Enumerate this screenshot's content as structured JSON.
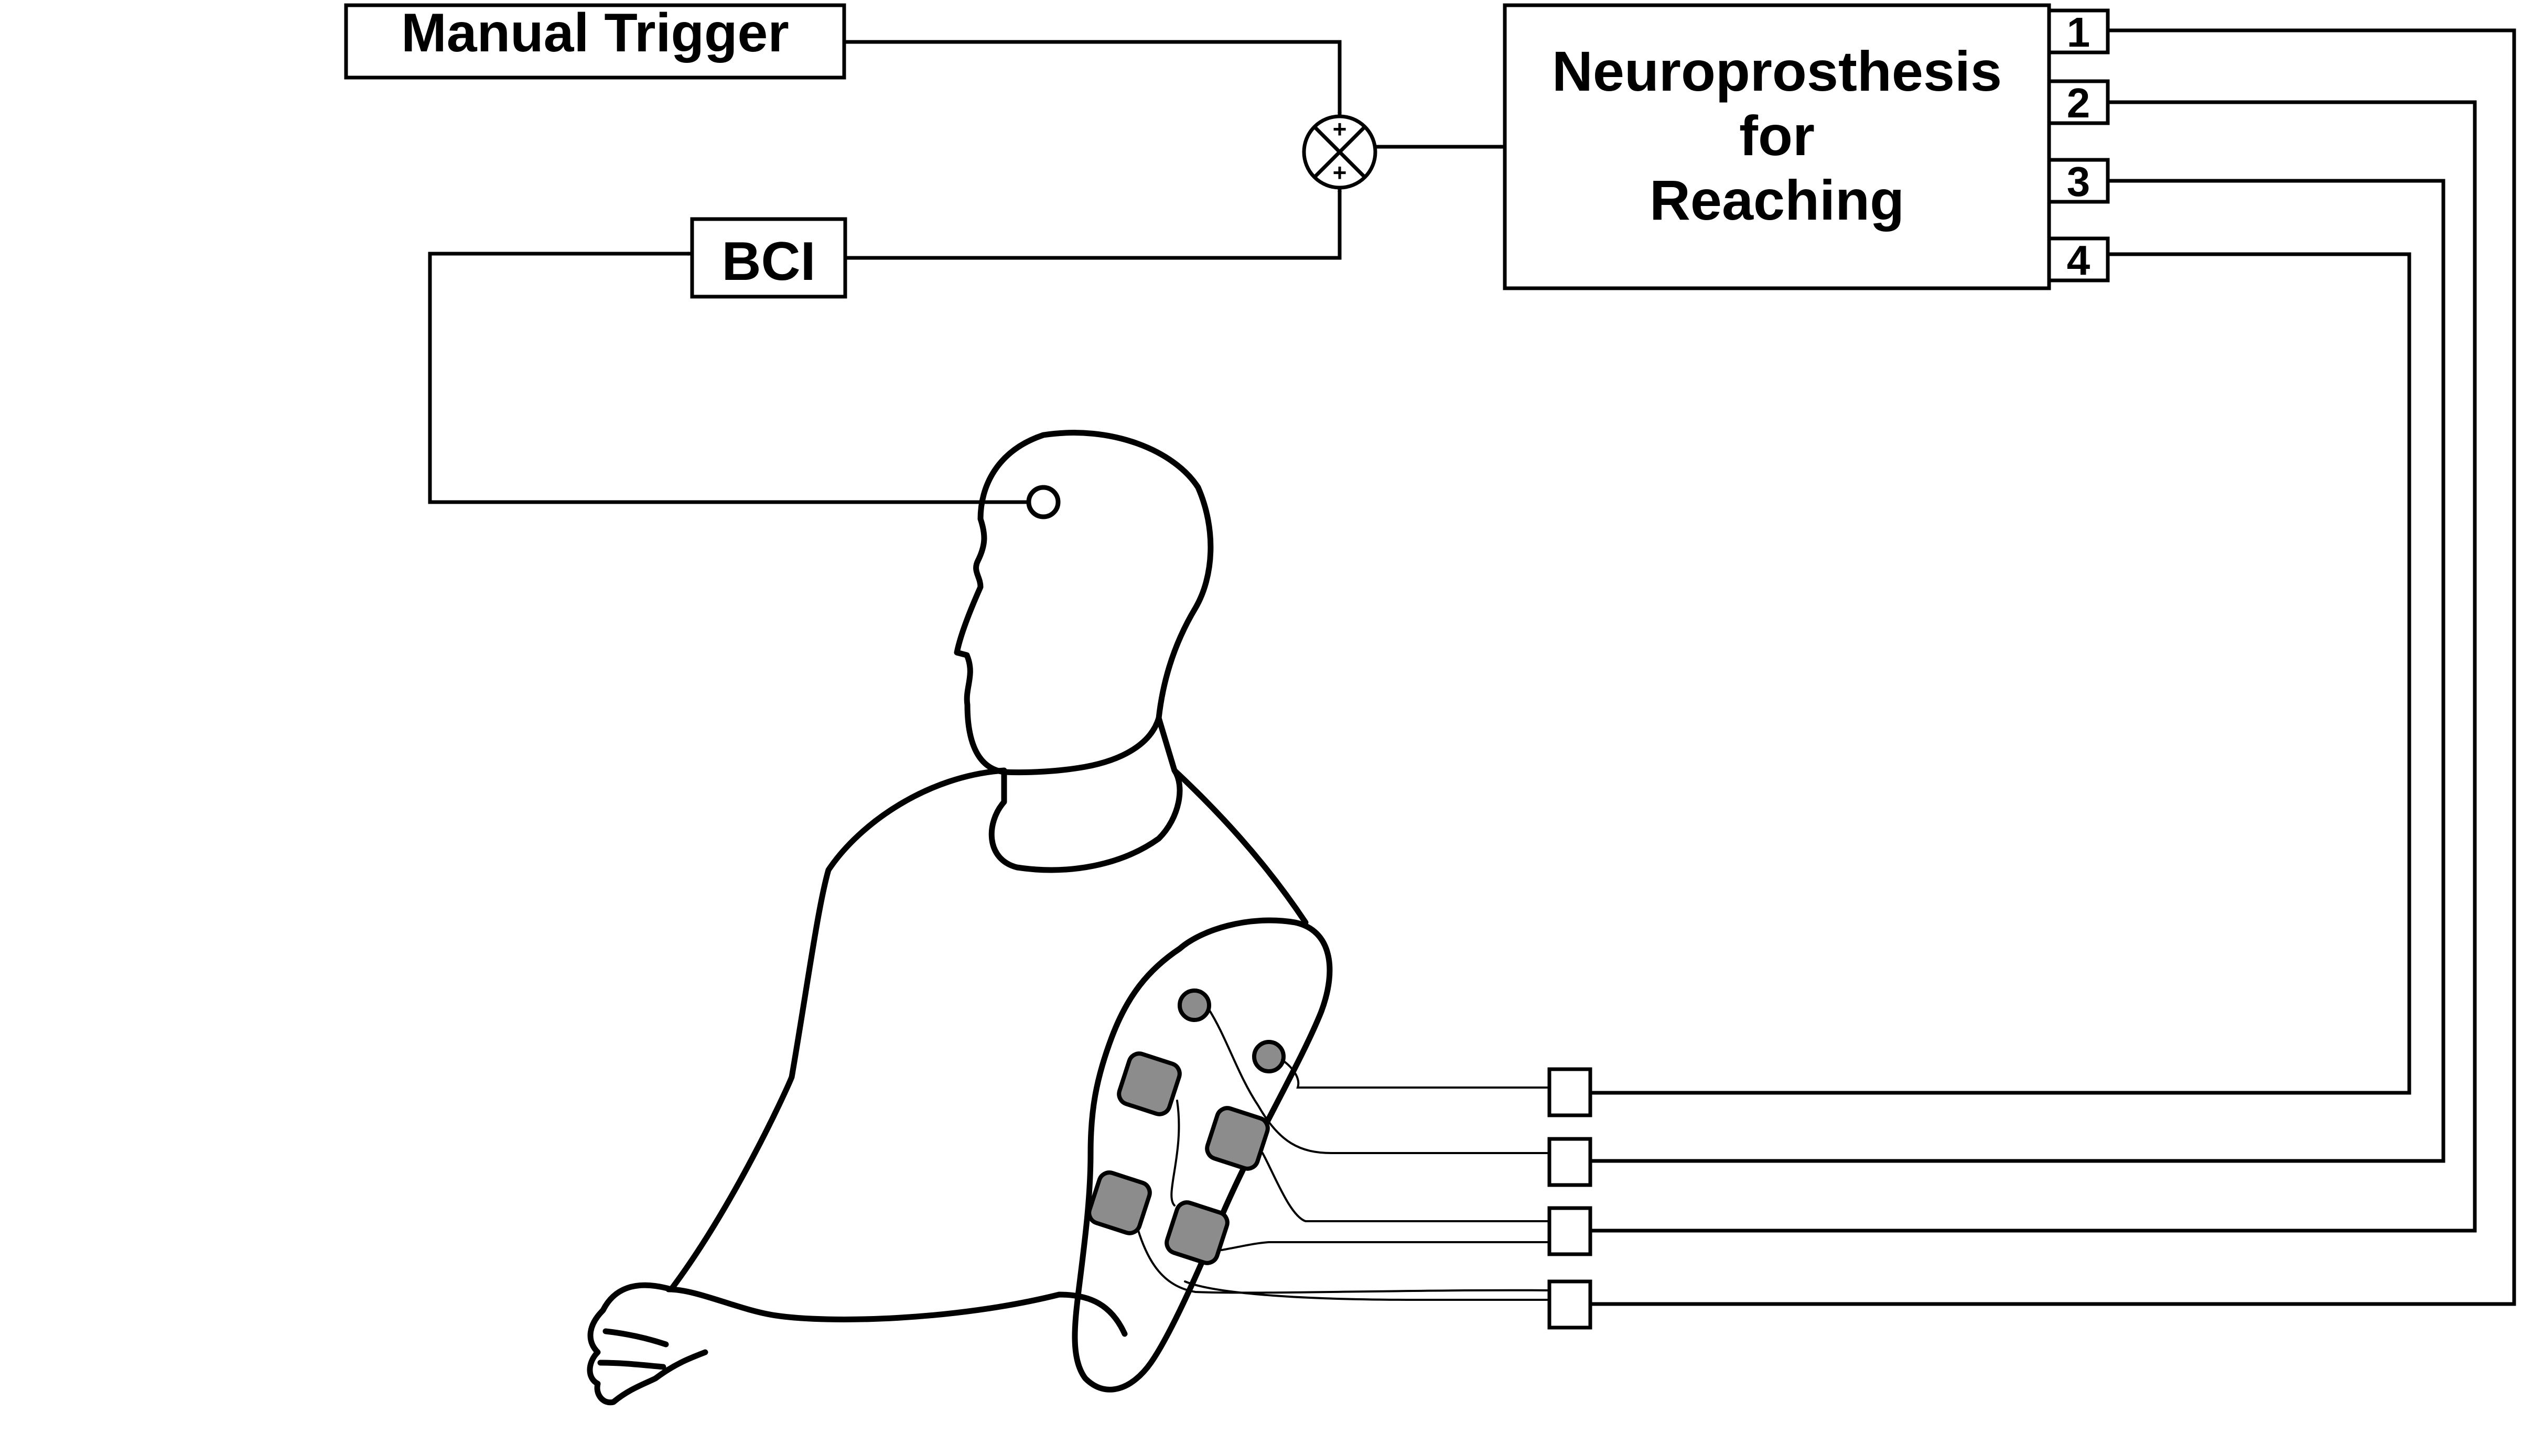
{
  "blocks": {
    "manual_trigger": "Manual Trigger",
    "bci": "BCI",
    "neuroprosthesis": [
      "Neuroprosthesis",
      "for",
      "Reaching"
    ]
  },
  "summing_junction": {
    "signs": [
      "+",
      "+"
    ]
  },
  "channels": [
    "1",
    "2",
    "3",
    "4"
  ],
  "colors": {
    "line": "#000000",
    "electrode": "#8c8c8c",
    "background": "#ffffff"
  }
}
